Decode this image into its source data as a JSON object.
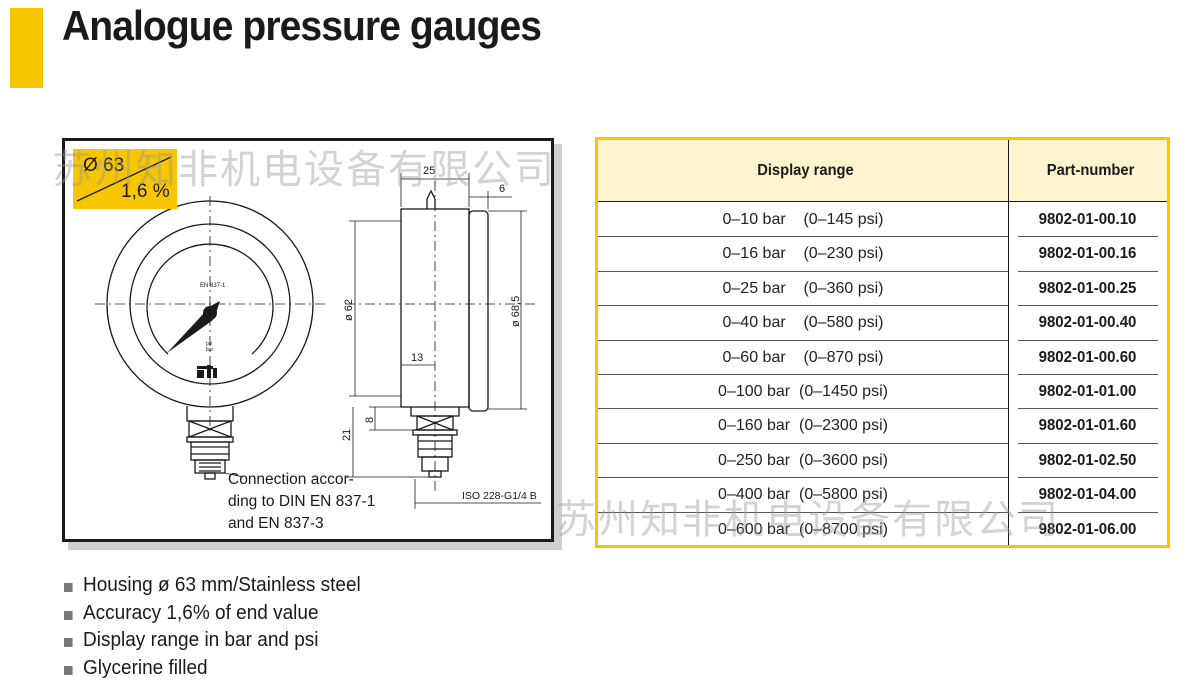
{
  "header": {
    "title": "Analogue pressure gauges"
  },
  "figure": {
    "badge_diameter": "Ø 63",
    "badge_accuracy": "1,6 %",
    "dial_standard": "EN 837-1",
    "dial_unit_psi": "psi",
    "dial_unit_bar": "bar",
    "dim_25": "25",
    "dim_6": "6",
    "dim_62": "ø 62",
    "dim_68_5": "ø 68,5",
    "dim_13": "13",
    "dim_8": "8",
    "dim_21": "21",
    "thread_label": "ISO 228-G1/4 B",
    "connection_note": "Connection accor-ding to DIN EN 837-1 and EN 837-3"
  },
  "table": {
    "headers": {
      "range": "Display range",
      "part": "Part-number"
    },
    "rows": [
      {
        "range": "0–10 bar    (0–145 psi)",
        "part": "9802-01-00.10"
      },
      {
        "range": "0–16 bar    (0–230 psi)",
        "part": "9802-01-00.16"
      },
      {
        "range": "0–25 bar    (0–360 psi)",
        "part": "9802-01-00.25"
      },
      {
        "range": "0–40 bar    (0–580 psi)",
        "part": "9802-01-00.40"
      },
      {
        "range": "0–60 bar    (0–870 psi)",
        "part": "9802-01-00.60"
      },
      {
        "range": "0–100 bar  (0–1450 psi)",
        "part": "9802-01-01.00"
      },
      {
        "range": "0–160 bar  (0–2300 psi)",
        "part": "9802-01-01.60"
      },
      {
        "range": "0–250 bar  (0–3600 psi)",
        "part": "9802-01-02.50"
      },
      {
        "range": "0–400 bar  (0–5800 psi)",
        "part": "9802-01-04.00"
      },
      {
        "range": "0–600 bar  (0–8700 psi)",
        "part": "9802-01-06.00"
      }
    ]
  },
  "features": [
    "Housing ø 63 mm/Stainless steel",
    "Accuracy 1,6% of end value",
    "Display range in bar and psi",
    "Glycerine filled"
  ],
  "watermarks": [
    "苏州知非机电设备有限公司",
    "苏州知非机电设备有限公司"
  ],
  "colors": {
    "accent_yellow": "#f7c600",
    "header_fill": "#fdf3cc"
  }
}
